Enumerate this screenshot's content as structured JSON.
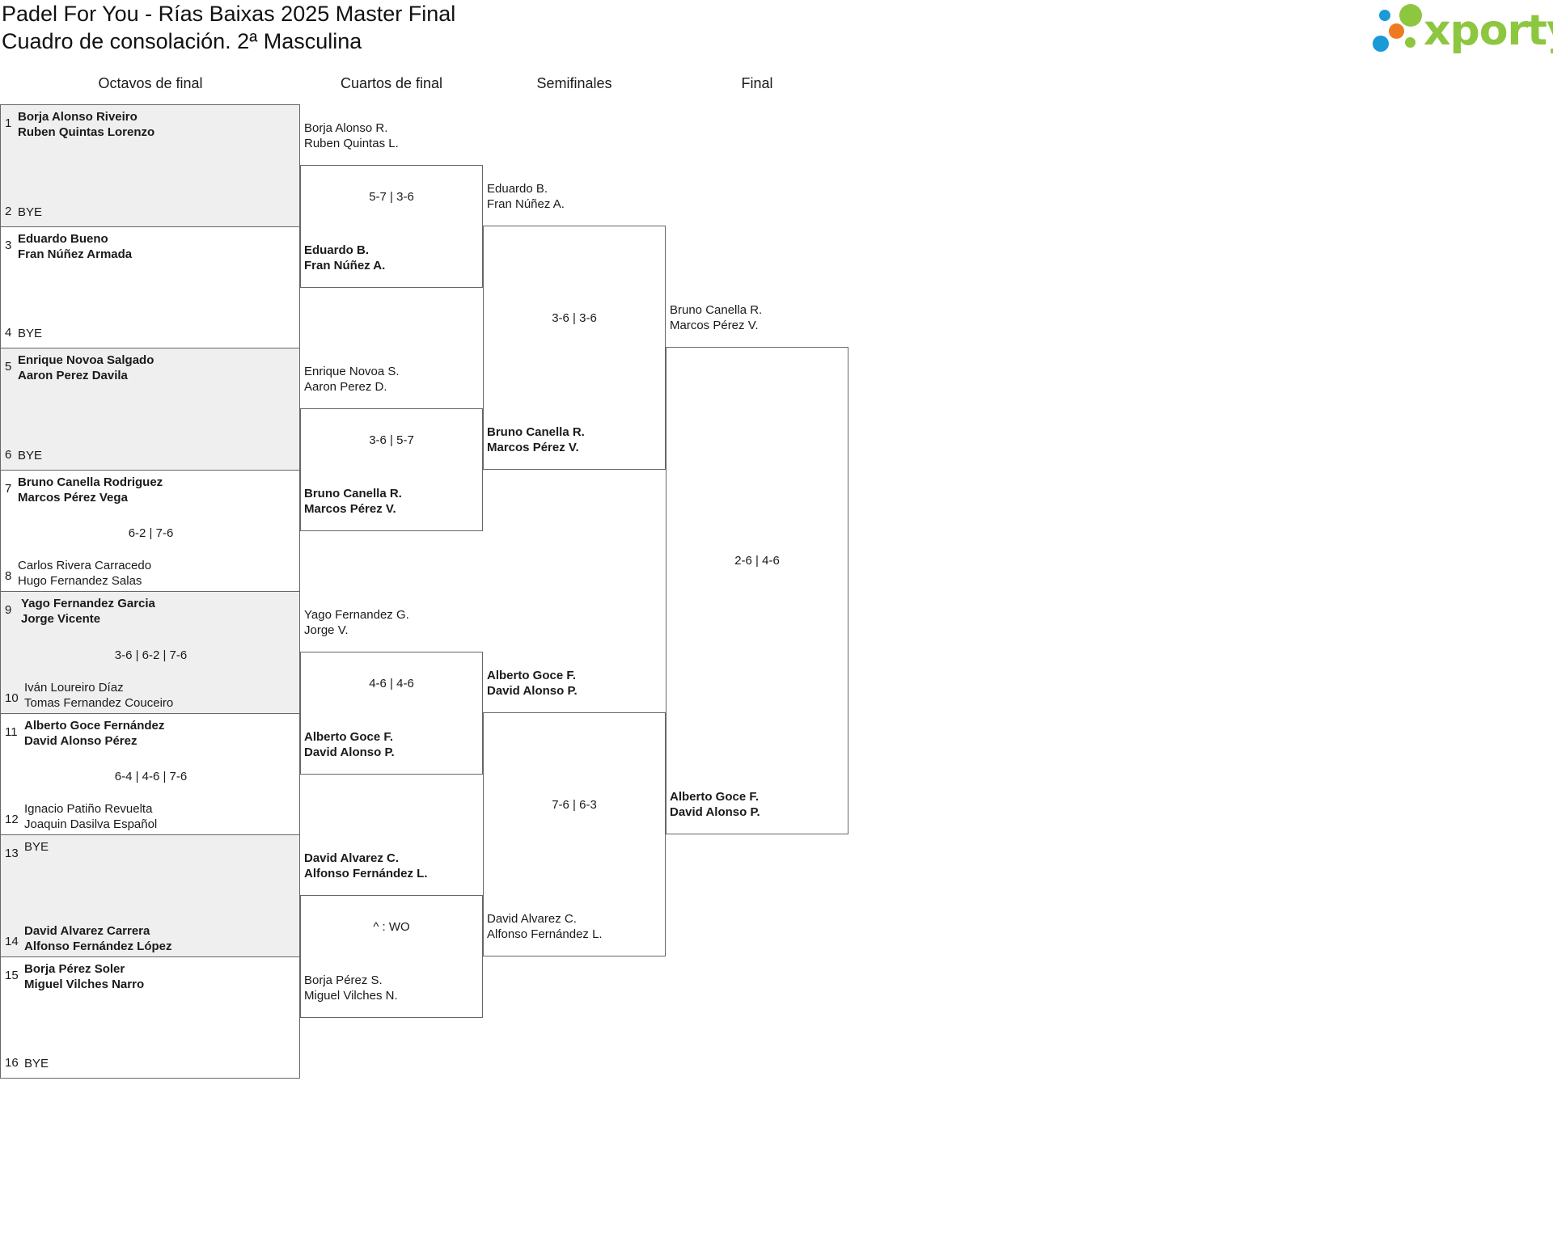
{
  "title_line1": "Padel For You - Rías Baixas 2025 Master Final",
  "title_line2": "Cuadro de consolación. 2ª Masculina",
  "logo_text": "xporty",
  "logo_colors": {
    "green": "#8dc63f",
    "blue": "#1a9ad6",
    "orange": "#f07a22"
  },
  "rounds": [
    "Octavos de final",
    "Cuartos de final",
    "Semifinales",
    "Final"
  ],
  "r16": [
    {
      "top": {
        "seed": "1",
        "p1": "Borja Alonso Riveiro",
        "p2": "Ruben Quintas Lorenzo",
        "bold": true
      },
      "bottom": {
        "seed": "2",
        "p1": "BYE",
        "p2": "",
        "bold": false
      },
      "score": ""
    },
    {
      "top": {
        "seed": "3",
        "p1": "Eduardo Bueno",
        "p2": "Fran Núñez Armada",
        "bold": true
      },
      "bottom": {
        "seed": "4",
        "p1": "BYE",
        "p2": "",
        "bold": false
      },
      "score": ""
    },
    {
      "top": {
        "seed": "5",
        "p1": "Enrique Novoa Salgado",
        "p2": "Aaron Perez Davila",
        "bold": true
      },
      "bottom": {
        "seed": "6",
        "p1": "BYE",
        "p2": "",
        "bold": false
      },
      "score": ""
    },
    {
      "top": {
        "seed": "7",
        "p1": "Bruno Canella Rodriguez",
        "p2": "Marcos Pérez Vega",
        "bold": true
      },
      "bottom": {
        "seed": "8",
        "p1": "Carlos Rivera Carracedo",
        "p2": "Hugo Fernandez Salas",
        "bold": false
      },
      "score": "6-2 | 7-6"
    },
    {
      "top": {
        "seed": "9",
        "p1": "Yago Fernandez Garcia",
        "p2": "Jorge Vicente",
        "bold": true
      },
      "bottom": {
        "seed": "10",
        "p1": "Iván Loureiro Díaz",
        "p2": "Tomas Fernandez Couceiro",
        "bold": false
      },
      "score": "3-6 | 6-2 | 7-6"
    },
    {
      "top": {
        "seed": "11",
        "p1": "Alberto Goce Fernández",
        "p2": "David Alonso Pérez",
        "bold": true
      },
      "bottom": {
        "seed": "12",
        "p1": "Ignacio Patiño Revuelta",
        "p2": "Joaquin Dasilva Español",
        "bold": false
      },
      "score": "6-4 | 4-6 | 7-6"
    },
    {
      "top": {
        "seed": "13",
        "p1": "BYE",
        "p2": "",
        "bold": false
      },
      "bottom": {
        "seed": "14",
        "p1": "David Alvarez Carrera",
        "p2": "Alfonso Fernández López",
        "bold": true
      },
      "score": ""
    },
    {
      "top": {
        "seed": "15",
        "p1": "Borja Pérez Soler",
        "p2": "Miguel Vilches Narro",
        "bold": true
      },
      "bottom": {
        "seed": "16",
        "p1": "BYE",
        "p2": "",
        "bold": false
      },
      "score": ""
    }
  ],
  "qf": [
    {
      "top": {
        "p1": "Borja Alonso R.",
        "p2": "Ruben Quintas L.",
        "bold": false
      },
      "bottom": {
        "p1": "Eduardo B.",
        "p2": "Fran Núñez A.",
        "bold": true
      },
      "score": "5-7 | 3-6"
    },
    {
      "top": {
        "p1": "Enrique Novoa S.",
        "p2": "Aaron Perez D.",
        "bold": false
      },
      "bottom": {
        "p1": "Bruno Canella R.",
        "p2": "Marcos Pérez V.",
        "bold": true
      },
      "score": "3-6 | 5-7"
    },
    {
      "top": {
        "p1": "Yago Fernandez G.",
        "p2": "Jorge V.",
        "bold": false
      },
      "bottom": {
        "p1": "Alberto Goce F.",
        "p2": "David Alonso P.",
        "bold": true
      },
      "score": "4-6 | 4-6"
    },
    {
      "top": {
        "p1": "David Alvarez C.",
        "p2": "Alfonso Fernández L.",
        "bold": true
      },
      "bottom": {
        "p1": "Borja Pérez S.",
        "p2": "Miguel Vilches N.",
        "bold": false
      },
      "score": "^ : WO"
    }
  ],
  "sf": [
    {
      "top": {
        "p1": "Eduardo B.",
        "p2": "Fran Núñez A.",
        "bold": false
      },
      "bottom": {
        "p1": "Bruno Canella R.",
        "p2": "Marcos Pérez V.",
        "bold": true
      },
      "score": "3-6 | 3-6"
    },
    {
      "top": {
        "p1": "Alberto Goce F.",
        "p2": "David Alonso P.",
        "bold": true
      },
      "bottom": {
        "p1": "David Alvarez C.",
        "p2": "Alfonso Fernández L.",
        "bold": false
      },
      "score": "7-6 | 6-3"
    }
  ],
  "final": [
    {
      "top": {
        "p1": "Bruno Canella R.",
        "p2": "Marcos Pérez V.",
        "bold": false
      },
      "bottom": {
        "p1": "Alberto Goce F.",
        "p2": "David Alonso P.",
        "bold": true
      },
      "score": "2-6 | 4-6"
    }
  ]
}
